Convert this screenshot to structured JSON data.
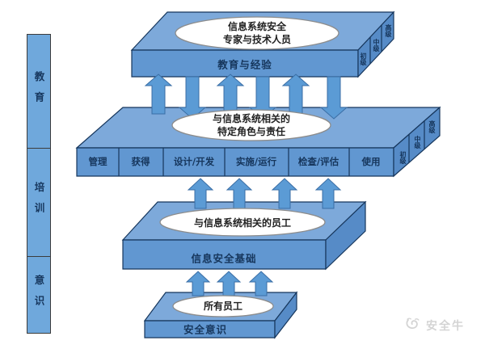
{
  "sidebar": {
    "sections": [
      {
        "label": "教育"
      },
      {
        "label": "培训"
      },
      {
        "label": "意识"
      }
    ]
  },
  "layers": {
    "education": {
      "ellipse_line1": "信息系统安全",
      "ellipse_line2": "专家与技术人员",
      "face_label": "教育与经验",
      "tabs": {
        "front": "初级",
        "middle": "中级",
        "back": "高级"
      }
    },
    "roles": {
      "ellipse_line1": "与信息系统相关的",
      "ellipse_line2": "特定角色与责任",
      "cells": [
        "管理",
        "获得",
        "设计/开发",
        "实施/运行",
        "检查/评估",
        "使用"
      ],
      "tabs": {
        "front": "初级",
        "middle": "中级",
        "back": "高级"
      }
    },
    "fundamentals": {
      "ellipse_line1": "与信息系统相关的员工",
      "face_label": "信息安全基础"
    },
    "awareness": {
      "ellipse_line1": "所有员工",
      "face_label": "安全意识"
    }
  },
  "watermark": {
    "text": "安全牛",
    "icon": "bull-logo-icon"
  },
  "colors": {
    "layer_top_face": "#7da9da",
    "layer_front_face": "#6197d1",
    "layer_side_face": "#568bc7",
    "outline": "#16365c",
    "arrow_fill": "#5b9bd5",
    "arrow_stroke": "#3a6ea5",
    "sidebar_fill": "#6fa8dc",
    "ellipse_fill": "#ffffff",
    "watermark_gray": "#c6c6c6"
  }
}
